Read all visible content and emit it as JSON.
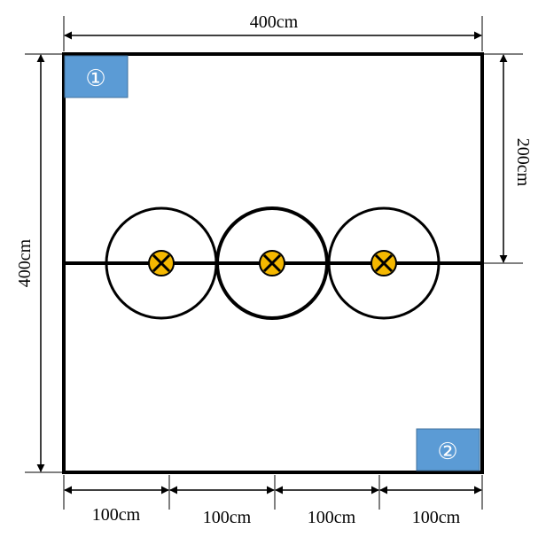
{
  "dimensions": {
    "top_width": "400cm",
    "left_height": "400cm",
    "right_half_height": "200cm",
    "bottom_segments": [
      "100cm",
      "100cm",
      "100cm",
      "100cm"
    ]
  },
  "markers": {
    "marker_1": "①",
    "marker_2": "②"
  },
  "colors": {
    "marker_fill": "#5b9bd5",
    "center_point_fill": "#f5b800",
    "line": "#000000"
  },
  "icons": {
    "center_point": "circled-x-icon"
  }
}
